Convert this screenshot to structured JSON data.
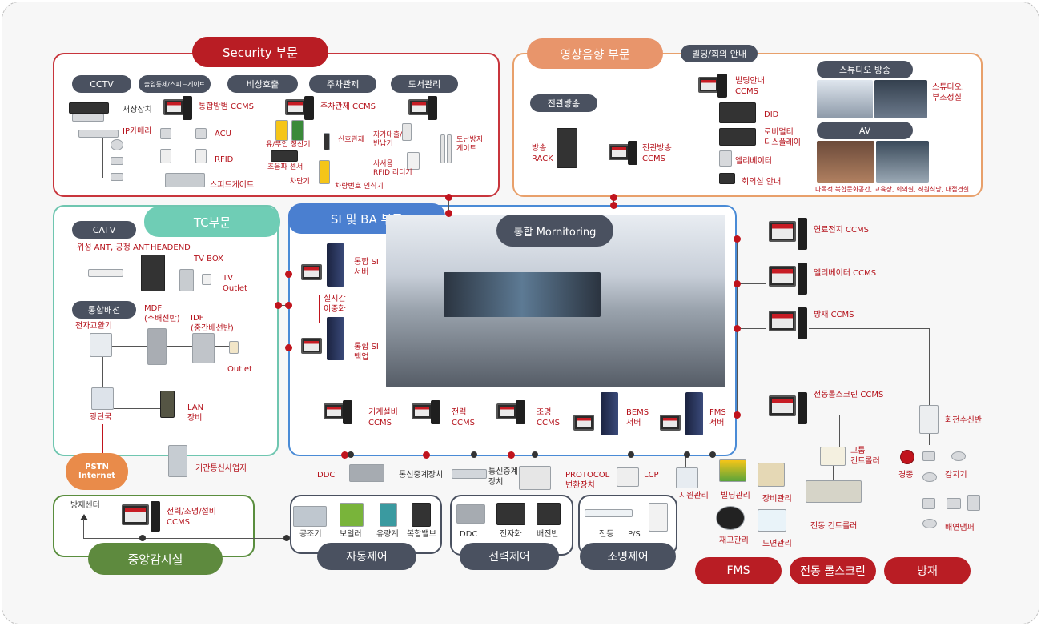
{
  "security": {
    "title": "Security 부문",
    "tags": [
      "CCTV",
      "출입통제/스피드게이트",
      "비상호출",
      "주차관제",
      "도서관리"
    ],
    "labels": {
      "storage": "저장장치",
      "ipcam": "IP카메라",
      "ccms": "통합방범 CCMS",
      "acu": "ACU",
      "rfid": "RFID",
      "speedgate": "스피드게이트",
      "parking_ccms": "주차관제 CCMS",
      "unmanned": "유/무인 정산기",
      "signal": "신호관제",
      "ultrasonic": "초음파 센서",
      "barrier": "차단기",
      "plate": "차량번호 인식기",
      "lending": "자가대출/\n반납기",
      "office_rfid": "사서용\nRFID 리더기",
      "antitheft": "도난방지\n게이트"
    }
  },
  "av": {
    "title": "영상음향 부문",
    "building_info": "빌딩/회의 안내",
    "broadcast": "전관방송",
    "studio": "스튜디오 방송",
    "av": "AV",
    "labels": {
      "rack": "방송\nRACK",
      "broadcast_ccms": "전관방송\nCCMS",
      "building_ccms": "빌딩안내\nCCMS",
      "did": "DID",
      "lobby": "로비멀티\n디스플레이",
      "elevator": "엘리베이터",
      "meeting": "회의실 안내",
      "studio_room": "스튜디오,\n부조정실",
      "multi": "다목적 복합문화공간, 교육장, 회의실, 직원식당, 대접견실"
    }
  },
  "tc": {
    "title": "TC부문",
    "catv": "CATV",
    "cabling": "통합배선",
    "labels": {
      "antenna": "위성 ANT, 공청 ANT",
      "headend": "HEADEND",
      "tvbox": "TV BOX",
      "tvoutlet": "TV\nOutlet",
      "exchange": "전자교환기",
      "mdf": "MDF\n(주배선반)",
      "idf": "IDF\n(중간배선반)",
      "outlet": "Outlet",
      "optical": "광단국",
      "lan": "LAN\n장비",
      "pstn": "PSTN\nInternet",
      "carrier": "기간통신사업자"
    }
  },
  "si": {
    "title": "SI 및 BA 부문",
    "monitoring": "통합 Mornitoring",
    "labels": {
      "server": "통합 SI\n서버",
      "dup": "실시간\n이중화",
      "backup": "통합 SI\n백업",
      "mech": "기계설비\nCCMS",
      "power": "전력\nCCMS",
      "light": "조명\nCCMS",
      "bems": "BEMS\n서버",
      "fms": "FMS\n서버"
    }
  },
  "right": {
    "labels": {
      "fuel": "연료전지 CCMS",
      "elev": "엘리베이터 CCMS",
      "fire": "방재 CCMS",
      "screen": "전동롤스크린 CCMS",
      "receiver": "회전수신반",
      "group": "그룹\n컨트롤러",
      "alarm": "경종",
      "sensor": "감지기",
      "motor": "전동 컨트롤러",
      "damper": "배연댐퍼",
      "support": "지원관리",
      "building": "빌딩관리",
      "equip": "장비관리",
      "stock": "재고관리",
      "drawing": "도면관리"
    }
  },
  "bottom": {
    "central": "중앙감시실",
    "center": "방재센터",
    "central_ccms": "전력/조명/설비\nCCMS",
    "auto": "자동제어",
    "powerctl": "전력제어",
    "lightctl": "조명제어",
    "ddc": "DDC",
    "gateway": "통신중계장치",
    "gateway2": "통신중계\n장치",
    "protocol": "PROTOCOL\n변환장치",
    "lcp": "LCP",
    "labels": {
      "ahu": "공조기",
      "boiler": "보일러",
      "flow": "유량계",
      "valve": "복합밸브",
      "ddc2": "DDC",
      "meter": "전자화",
      "panel": "배전반",
      "lamp": "전등",
      "ps": "P/S"
    },
    "fms": "FMS",
    "screen": "전동 롤스크린",
    "fire": "방재"
  }
}
